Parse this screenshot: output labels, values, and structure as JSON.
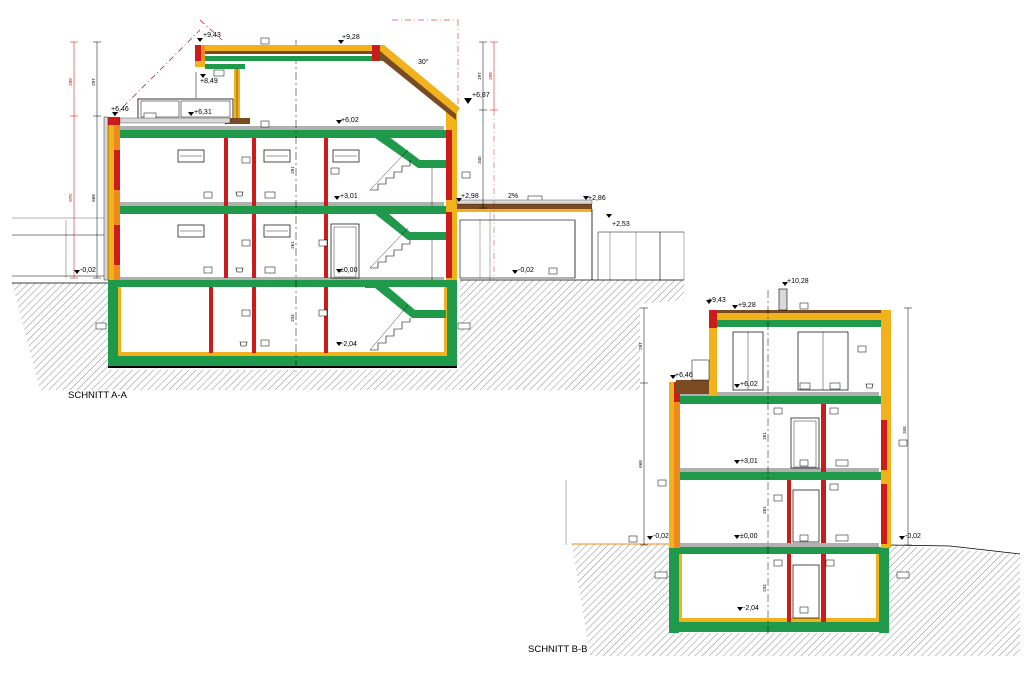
{
  "colors": {
    "floor_slab": "#1f9a4a",
    "insulation": "#f2b21b",
    "wall_red": "#cc1b1b",
    "wall_orange": "#f08a1e",
    "ground_hatch": "#8c8c8c",
    "roof_brown": "#7a4a22",
    "outline": "#000000"
  },
  "section_a": {
    "caption": "SCHNITT A-A",
    "levels": {
      "ridge": "+9,43",
      "ridge_sub": "+8,49",
      "roof_top": "+9,28",
      "eave": "+6,87",
      "terrace": "+6,46",
      "terrace_rail": "+6,31",
      "second_floor": "+6,02",
      "first_floor": "+3,01",
      "garage_roof": "+2,98",
      "garage_roof_right": "+2,86",
      "garage_fascia": "+2,53",
      "ground_floor": "±0,00",
      "terrain_left": "-0,02",
      "terrain_right": "-0,02",
      "basement": "-2,04"
    },
    "roof_angle": "30°",
    "slope": "2%"
  },
  "section_b": {
    "caption": "SCHNITT B-B",
    "levels": {
      "chimney": "+10,28",
      "ridge": "+9,43",
      "roof_top": "+9,28",
      "terrace": "+6,46",
      "second_floor": "+6,02",
      "first_floor": "+3,01",
      "ground_floor": "±0,00",
      "terrain_left": "-0,02",
      "terrain_right": "-0,02",
      "basement": "-2,04"
    }
  },
  "dimensions": {
    "left_a_red": [
      "298",
      "970"
    ],
    "left_a_black": [
      "297",
      "668"
    ],
    "left_b": [
      "297",
      "668"
    ],
    "right_a_red": [
      "298"
    ],
    "right_a_black": [
      "345",
      "297"
    ],
    "right_b": [
      "345"
    ],
    "storey": [
      "261",
      "261",
      "234"
    ]
  }
}
